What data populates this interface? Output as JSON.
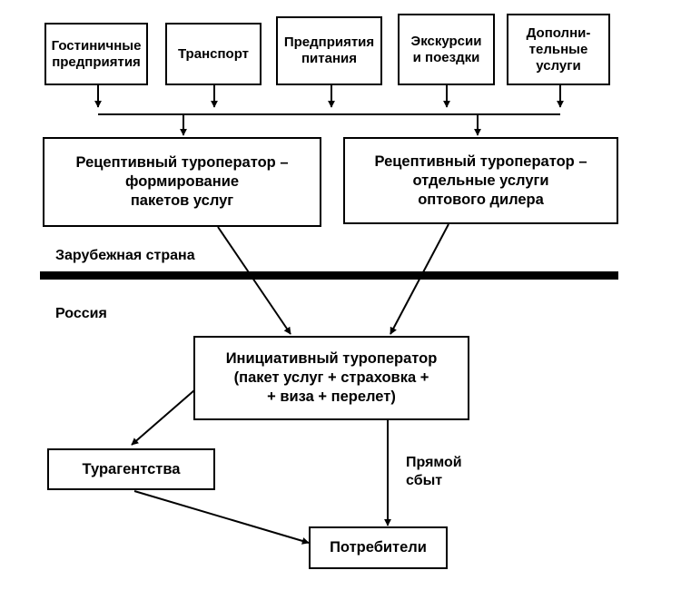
{
  "suppliers": [
    {
      "id": "hotels",
      "label": "Гостиничные\nпредприятия"
    },
    {
      "id": "transport",
      "label": "Транспорт"
    },
    {
      "id": "catering",
      "label": "Предприятия\nпитания"
    },
    {
      "id": "excursions",
      "label": "Экскурсии\nи поездки"
    },
    {
      "id": "extra",
      "label": "Дополни-\nтельные\nуслуги"
    }
  ],
  "receptive_package": "Рецептивный туроператор –\nформирование\nпакетов услуг",
  "receptive_separate": "Рецептивный туроператор –\nотдельные услуги\nоптового дилера",
  "foreign_country": "Зарубежная страна",
  "russia": "Россия",
  "initiative": "Инициативный туроператор\n(пакет услуг + страховка +\n+ виза + перелет)",
  "agencies": "Турагентства",
  "direct_sales": "Прямой\nсбыт",
  "consumers": "Потребители"
}
